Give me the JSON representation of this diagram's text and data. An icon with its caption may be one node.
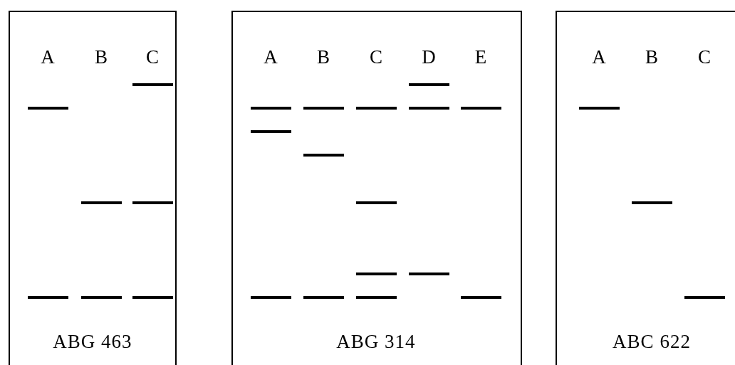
{
  "diagram": {
    "nodes": [
      {
        "text": [
          "ABG 463"
        ]
      },
      {
        "text": [
          "ABG 314"
        ]
      },
      {
        "text": [
          "ABC 622"
        ]
      }
    ],
    "labels": [
      "A",
      "B",
      "C",
      "A",
      "B",
      "C",
      "D",
      "E",
      "A",
      "B",
      "C"
    ]
  }
}
